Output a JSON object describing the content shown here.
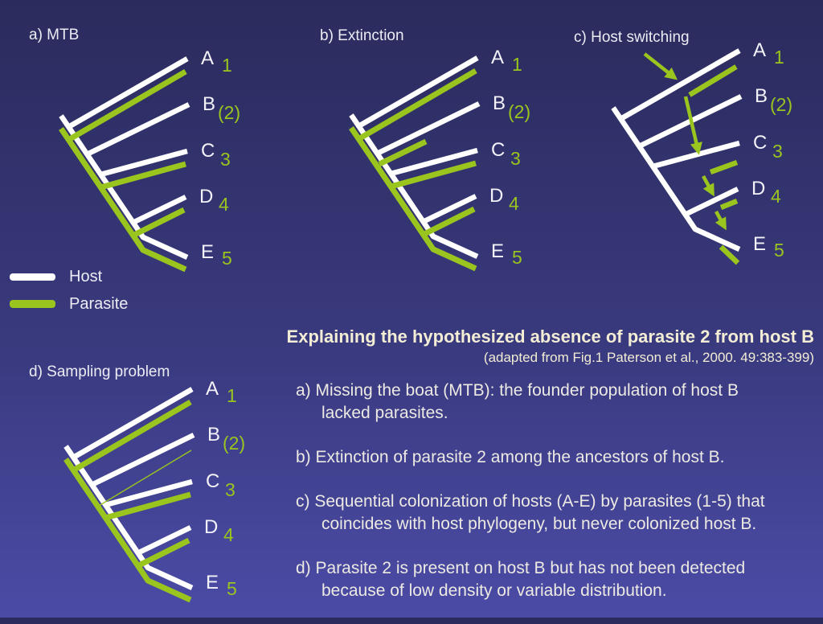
{
  "slide": {
    "colors": {
      "background_top": "#2B2B5D",
      "background_bottom": "#4B4BA6",
      "host_line": "#FFFFFF",
      "parasite_line": "#9AC41E",
      "title_text": "#F2EDD4",
      "body_text": "#ECEAE2"
    }
  },
  "panels": {
    "a": {
      "header": "a) MTB"
    },
    "b": {
      "header": "b) Extinction"
    },
    "c": {
      "header": "c) Host switching"
    },
    "d": {
      "header": "d) Sampling problem"
    }
  },
  "taxa": [
    {
      "host": "A",
      "parasite": "1"
    },
    {
      "host": "B",
      "parasite": "(2)"
    },
    {
      "host": "C",
      "parasite": "3"
    },
    {
      "host": "D",
      "parasite": "4"
    },
    {
      "host": "E",
      "parasite": "5"
    }
  ],
  "legend": {
    "host": "Host",
    "parasite": "Parasite"
  },
  "title_block": {
    "title": "Explaining the hypothesized absence of parasite 2 from host B",
    "subtitle": "(adapted from Fig.1 Paterson et al., 2000. 49:383-399)"
  },
  "explanations": [
    {
      "line1": "a) Missing the boat (MTB): the founder population of host B",
      "line2": "lacked parasites."
    },
    {
      "line1": "b) Extinction of parasite 2 among the ancestors of host B.",
      "line2": ""
    },
    {
      "line1": "c) Sequential colonization of hosts (A-E) by parasites (1-5) that",
      "line2": "coincides with host phylogeny, but never colonized host B."
    },
    {
      "line1": "d) Parasite 2 is present on host B but has not been detected",
      "line2": "because of low density or variable distribution."
    }
  ]
}
